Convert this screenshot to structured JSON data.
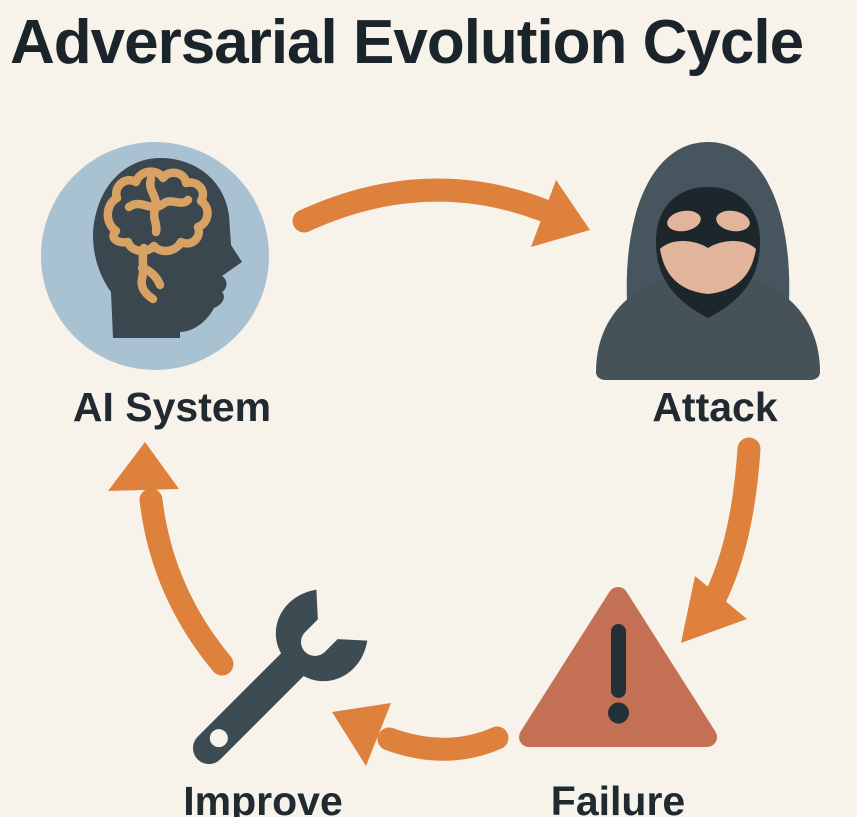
{
  "title": "Adversarial Evolution Cycle",
  "diagram": {
    "type": "cycle",
    "nodes": [
      {
        "id": "ai-system",
        "label": "AI System",
        "icon": "head-with-brain-icon"
      },
      {
        "id": "attack",
        "label": "Attack",
        "icon": "hooded-attacker-icon"
      },
      {
        "id": "failure",
        "label": "Failure",
        "icon": "warning-triangle-icon"
      },
      {
        "id": "improve",
        "label": "Improve",
        "icon": "wrench-icon"
      }
    ],
    "edges": [
      {
        "from": "AI System",
        "to": "Attack"
      },
      {
        "from": "Attack",
        "to": "Failure"
      },
      {
        "from": "Failure",
        "to": "Improve"
      },
      {
        "from": "Improve",
        "to": "AI System"
      }
    ]
  },
  "colors": {
    "background": "#f7f3ea",
    "title_text": "#1a242a",
    "label_text": "#202a30",
    "arrow": "#de813d",
    "ai_circle": "#a9c2d1",
    "head_silhouette": "#3a474e",
    "brain": "#d7a263",
    "hood": "#47565e",
    "shoulders": "#455359",
    "mask": "#1d262b",
    "skin": "#e2b49c",
    "warning_triangle": "#c47055",
    "exclamation": "#233137",
    "wrench": "#3d4b52"
  }
}
